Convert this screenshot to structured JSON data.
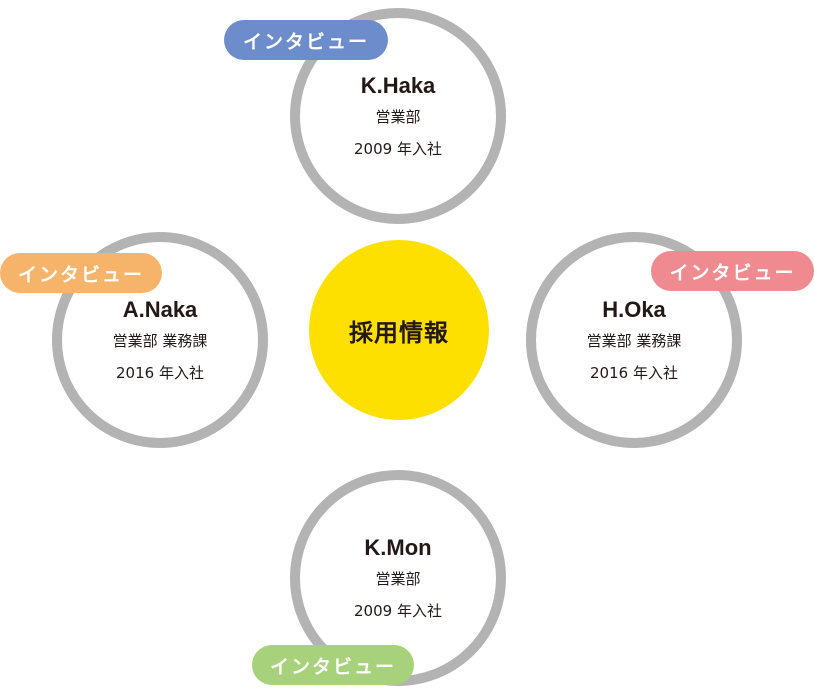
{
  "center": {
    "label": "採用情報"
  },
  "interviews": {
    "top": {
      "tag": "インタビュー",
      "tag_color": "#6d8ccb",
      "name": "K.Haka",
      "dept": "営業部",
      "year": "2009 年入社"
    },
    "left": {
      "tag": "インタビュー",
      "tag_color": "#f6b46a",
      "name": "A.Naka",
      "dept": "営業部 業務課",
      "year": "2016 年入社"
    },
    "right": {
      "tag": "インタビュー",
      "tag_color": "#ef8a91",
      "name": "H.Oka",
      "dept": "営業部 業務課",
      "year": "2016 年入社"
    },
    "bottom": {
      "tag": "インタビュー",
      "tag_color": "#a8d17b",
      "name": "K.Mon",
      "dept": "営業部",
      "year": "2009 年入社"
    }
  },
  "colors": {
    "ring": "#b3b3b3",
    "center": "#fee000",
    "text": "#231815"
  }
}
